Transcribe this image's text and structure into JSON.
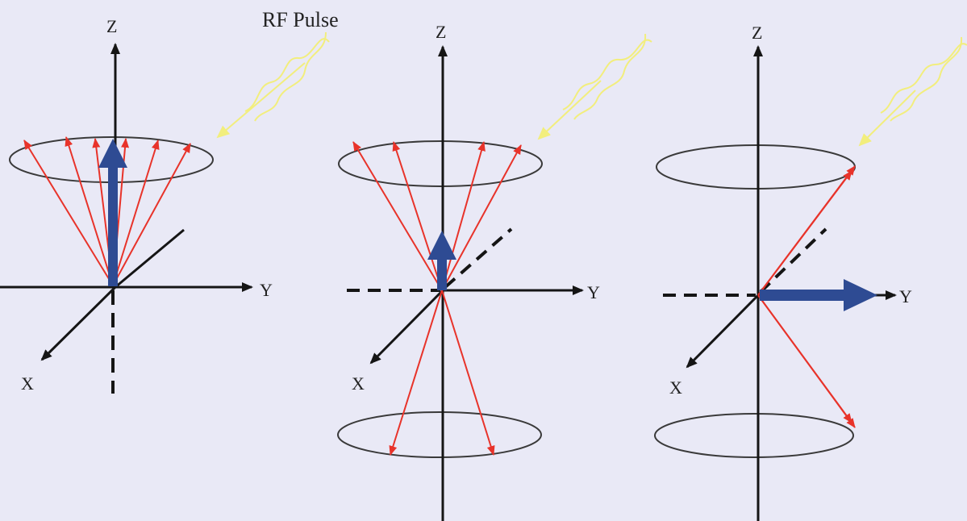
{
  "title": "RF Pulse",
  "axis_labels": {
    "z": "Z",
    "y": "Y",
    "x": "X"
  },
  "colors": {
    "background": "#e9e9f6",
    "axis": "#151515",
    "spin_vector": "#e8332a",
    "net_magnetization": "#2e4b93",
    "rf_wave": "#f2ee7d",
    "precession_cone": "#3a3a3a"
  },
  "panels": [
    {
      "name": "aligned",
      "icon": "rf-pulse-wave-icon"
    },
    {
      "name": "partially-flipped",
      "icon": "rf-pulse-wave-icon"
    },
    {
      "name": "flipped-90-degrees",
      "icon": "rf-pulse-wave-icon"
    }
  ]
}
